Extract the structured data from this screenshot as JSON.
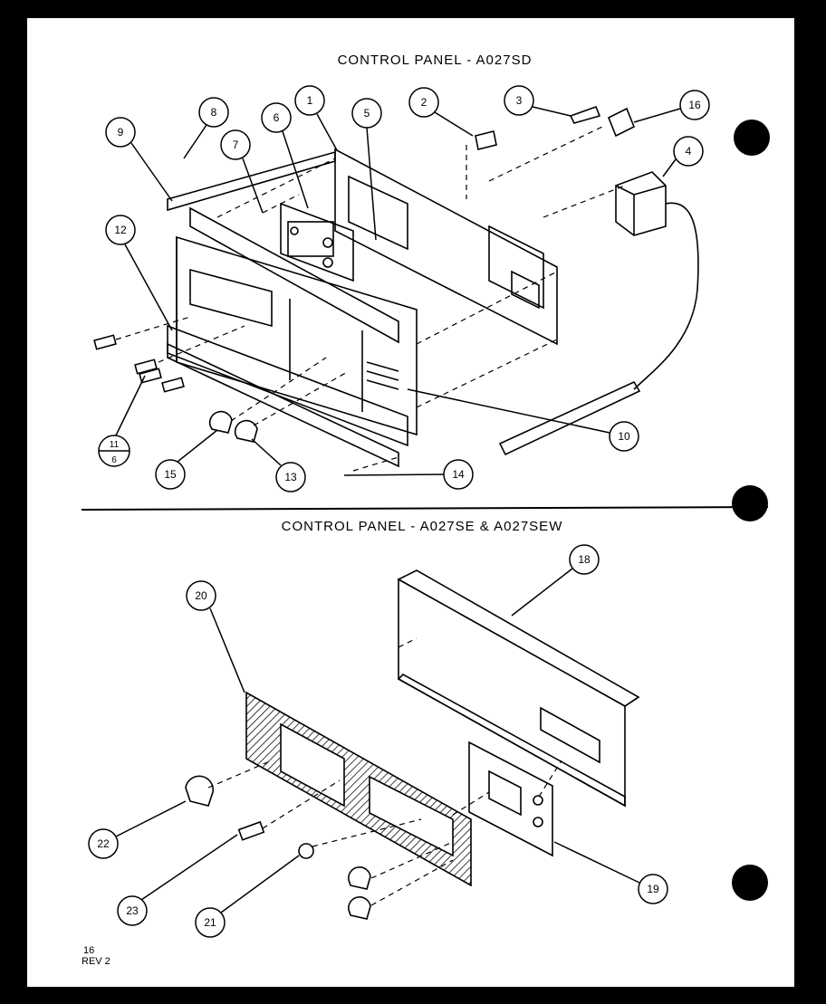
{
  "top_title": "CONTROL PANEL - A027SD",
  "bottom_title": "CONTROL PANEL - A027SE & A027SEW",
  "footer": {
    "page": "16",
    "rev": "REV 2"
  },
  "callouts_top": [
    "1",
    "2",
    "3",
    "4",
    "5",
    "6",
    "7",
    "8",
    "9",
    "10",
    "12",
    "13",
    "14",
    "15",
    "16"
  ],
  "callout_fraction": {
    "numerator": "11",
    "denominator": "6"
  },
  "callouts_bottom": [
    "18",
    "19",
    "20",
    "21",
    "22",
    "23"
  ],
  "colors": {
    "ink": "#000000",
    "paper": "#ffffff"
  }
}
